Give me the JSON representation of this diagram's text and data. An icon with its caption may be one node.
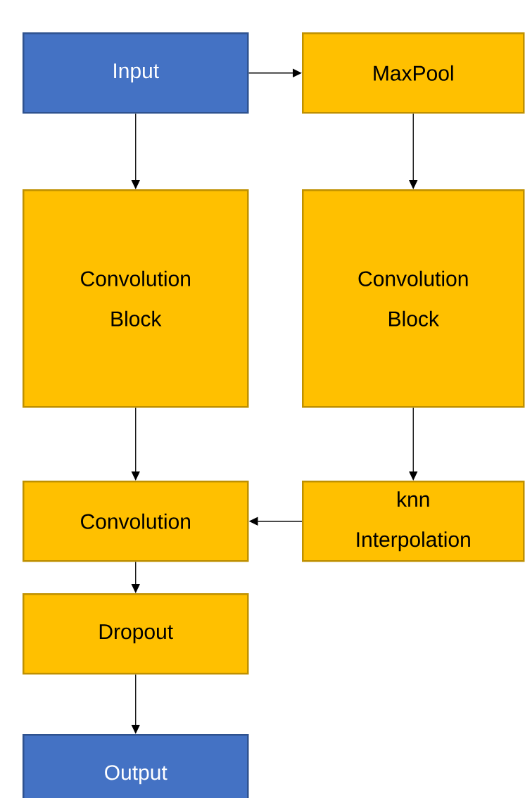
{
  "diagram": {
    "nodes": [
      {
        "text": [
          "Input"
        ]
      },
      {
        "text": [
          "MaxPool"
        ]
      },
      {
        "text": [
          "Convolution Block"
        ]
      },
      {
        "text": [
          "Convolution Block"
        ]
      },
      {
        "text": [
          "Convolution"
        ]
      },
      {
        "text": [
          "knn Interpolation"
        ]
      },
      {
        "text": [
          "Dropout"
        ]
      },
      {
        "text": [
          "Output"
        ]
      }
    ],
    "edges": [
      {
        "from": 0,
        "to": 1,
        "arrow": "to"
      },
      {
        "from": 0,
        "to": 2,
        "arrow": "to"
      },
      {
        "from": 1,
        "to": 3,
        "arrow": "to"
      },
      {
        "from": 2,
        "to": 4,
        "arrow": "to"
      },
      {
        "from": 3,
        "to": 5,
        "arrow": "to"
      },
      {
        "from": 5,
        "to": 4,
        "arrow": "to"
      },
      {
        "from": 4,
        "to": 6,
        "arrow": "to"
      },
      {
        "from": 6,
        "to": 7,
        "arrow": "to"
      }
    ]
  }
}
